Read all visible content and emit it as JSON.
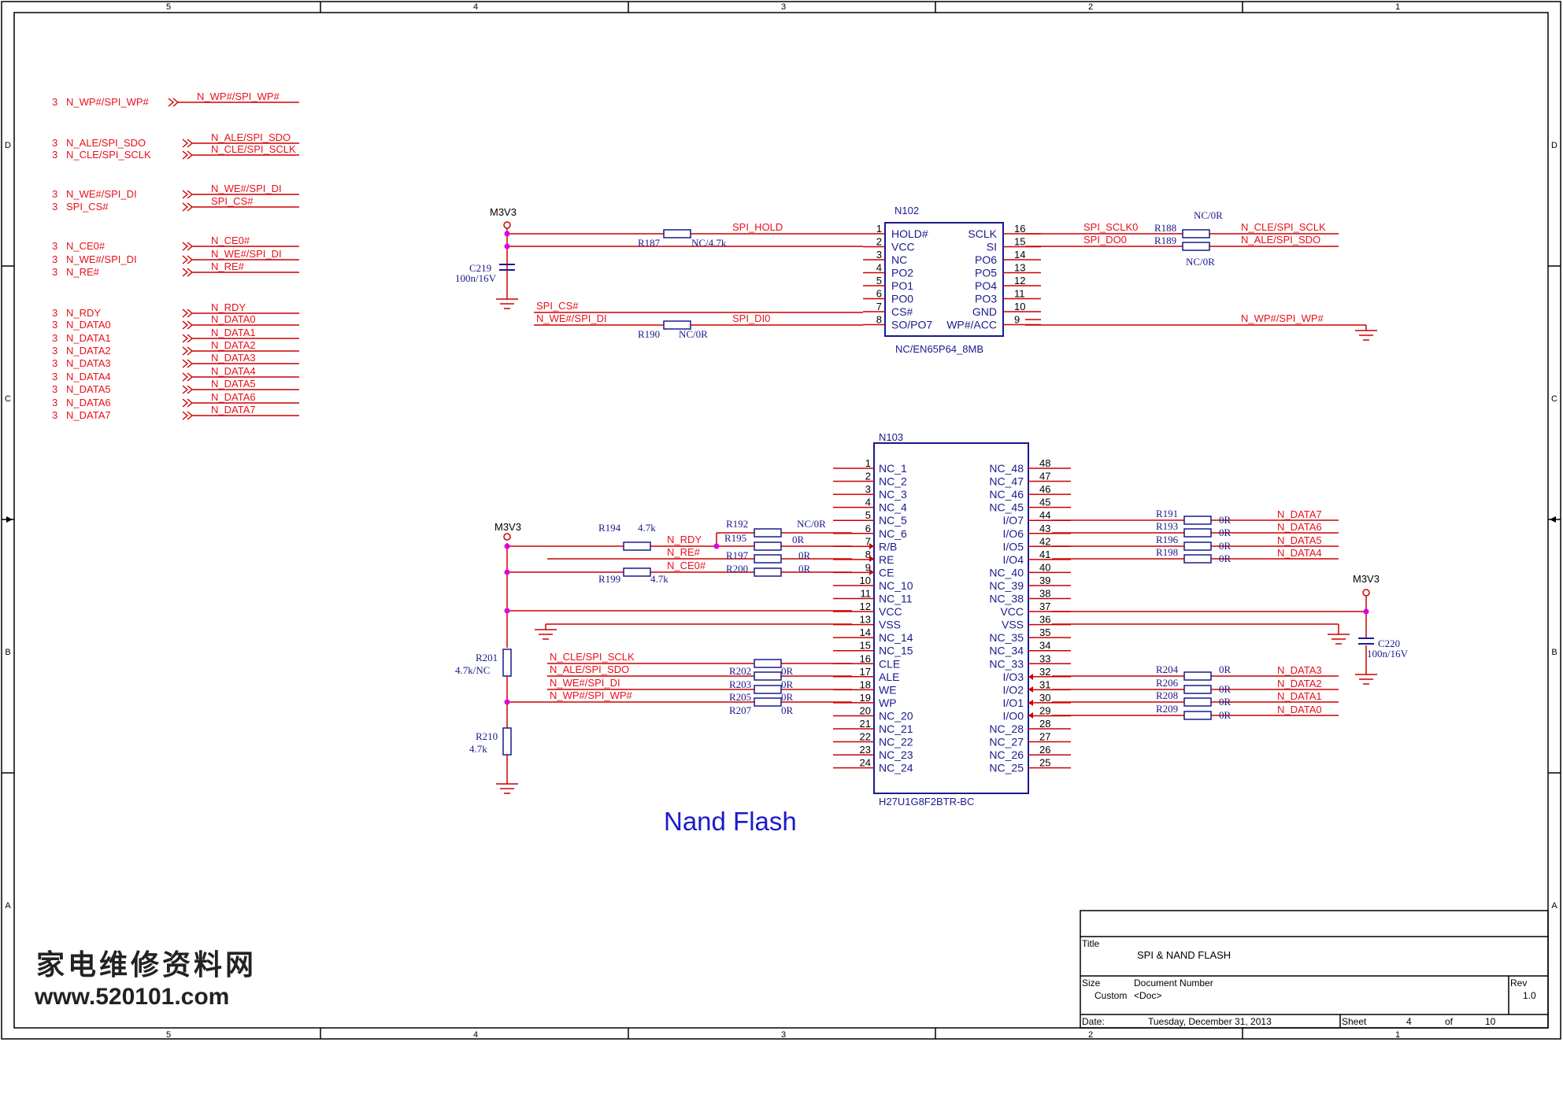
{
  "colors": {
    "wire": "#cc0000",
    "net_label": "#e8101c",
    "component": "#1a1a8c",
    "junction": "#e000e0",
    "power": "#cc0000",
    "frame": "#000000",
    "heading": "#1a1acc"
  },
  "frame": {
    "top_cols": [
      "5",
      "4",
      "3",
      "2",
      "1"
    ],
    "bottom_cols": [
      "5",
      "4",
      "3",
      "2",
      "1"
    ],
    "rows": [
      "D",
      "C",
      "B",
      "A"
    ]
  },
  "off_page": [
    {
      "sheet": "3",
      "name": "N_WP#/SPI_WP#",
      "net": "N_WP#/SPI_WP#"
    },
    {
      "sheet": "3",
      "name": "N_ALE/SPI_SDO",
      "net": "N_ALE/SPI_SDO"
    },
    {
      "sheet": "3",
      "name": "N_CLE/SPI_SCLK",
      "net": "N_CLE/SPI_SCLK"
    },
    {
      "sheet": "3",
      "name": "N_WE#/SPI_DI",
      "net": "N_WE#/SPI_DI"
    },
    {
      "sheet": "3",
      "name": "SPI_CS#",
      "net": "SPI_CS#"
    },
    {
      "sheet": "3",
      "name": "N_CE0#",
      "net": "N_CE0#"
    },
    {
      "sheet": "3",
      "name": "N_WE#/SPI_DI",
      "net": "N_WE#/SPI_DI"
    },
    {
      "sheet": "3",
      "name": "N_RE#",
      "net": "N_RE#"
    },
    {
      "sheet": "3",
      "name": "N_RDY",
      "net": "N_RDY"
    },
    {
      "sheet": "3",
      "name": "N_DATA0",
      "net": "N_DATA0"
    },
    {
      "sheet": "3",
      "name": "N_DATA1",
      "net": "N_DATA1"
    },
    {
      "sheet": "3",
      "name": "N_DATA2",
      "net": "N_DATA2"
    },
    {
      "sheet": "3",
      "name": "N_DATA3",
      "net": "N_DATA3"
    },
    {
      "sheet": "3",
      "name": "N_DATA4",
      "net": "N_DATA4"
    },
    {
      "sheet": "3",
      "name": "N_DATA5",
      "net": "N_DATA5"
    },
    {
      "sheet": "3",
      "name": "N_DATA6",
      "net": "N_DATA6"
    },
    {
      "sheet": "3",
      "name": "N_DATA7",
      "net": "N_DATA7"
    }
  ],
  "n102": {
    "ref": "N102",
    "part": "NC/EN65P64_8MB",
    "left_pins": [
      {
        "num": "1",
        "name": "HOLD#"
      },
      {
        "num": "2",
        "name": "VCC"
      },
      {
        "num": "3",
        "name": "NC"
      },
      {
        "num": "4",
        "name": "PO2"
      },
      {
        "num": "5",
        "name": "PO1"
      },
      {
        "num": "6",
        "name": "PO0"
      },
      {
        "num": "7",
        "name": "CS#"
      },
      {
        "num": "8",
        "name": "SO/PO7"
      }
    ],
    "right_pins": [
      {
        "num": "16",
        "name": "SCLK"
      },
      {
        "num": "15",
        "name": "SI"
      },
      {
        "num": "14",
        "name": "PO6"
      },
      {
        "num": "13",
        "name": "PO5"
      },
      {
        "num": "12",
        "name": "PO4"
      },
      {
        "num": "11",
        "name": "PO3"
      },
      {
        "num": "10",
        "name": "GND"
      },
      {
        "num": "9",
        "name": "WP#/ACC"
      }
    ],
    "power": "M3V3",
    "c219_ref": "C219",
    "c219_val": "100n/16V",
    "r187_ref": "R187",
    "r187_val": "NC/4.7k",
    "r190_ref": "R190",
    "r190_val": "NC/0R",
    "r188_ref": "R188",
    "r188_val": "NC/0R",
    "r189_ref": "R189",
    "r189_val": "NC/0R",
    "net_hold": "SPI_HOLD",
    "net_cs": "SPI_CS#",
    "net_we": "N_WE#/SPI_DI",
    "net_di0": "SPI_DI0",
    "net_sclk0": "SPI_SCLK0",
    "net_do0": "SPI_DO0",
    "net_cle": "N_CLE/SPI_SCLK",
    "net_ale": "N_ALE/SPI_SDO",
    "net_wp": "N_WP#/SPI_WP#"
  },
  "n103": {
    "ref": "N103",
    "part": "H27U1G8F2BTR-BC",
    "left_pins": [
      {
        "num": "1",
        "name": "NC_1"
      },
      {
        "num": "2",
        "name": "NC_2"
      },
      {
        "num": "3",
        "name": "NC_3"
      },
      {
        "num": "4",
        "name": "NC_4"
      },
      {
        "num": "5",
        "name": "NC_5"
      },
      {
        "num": "6",
        "name": "NC_6"
      },
      {
        "num": "7",
        "name": "R/B"
      },
      {
        "num": "8",
        "name": "RE"
      },
      {
        "num": "9",
        "name": "CE"
      },
      {
        "num": "10",
        "name": "NC_10"
      },
      {
        "num": "11",
        "name": "NC_11"
      },
      {
        "num": "12",
        "name": "VCC"
      },
      {
        "num": "13",
        "name": "VSS"
      },
      {
        "num": "14",
        "name": "NC_14"
      },
      {
        "num": "15",
        "name": "NC_15"
      },
      {
        "num": "16",
        "name": "CLE"
      },
      {
        "num": "17",
        "name": "ALE"
      },
      {
        "num": "18",
        "name": "WE"
      },
      {
        "num": "19",
        "name": "WP"
      },
      {
        "num": "20",
        "name": "NC_20"
      },
      {
        "num": "21",
        "name": "NC_21"
      },
      {
        "num": "22",
        "name": "NC_22"
      },
      {
        "num": "23",
        "name": "NC_23"
      },
      {
        "num": "24",
        "name": "NC_24"
      }
    ],
    "right_pins": [
      {
        "num": "48",
        "name": "NC_48"
      },
      {
        "num": "47",
        "name": "NC_47"
      },
      {
        "num": "46",
        "name": "NC_46"
      },
      {
        "num": "45",
        "name": "NC_45"
      },
      {
        "num": "44",
        "name": "I/O7"
      },
      {
        "num": "43",
        "name": "I/O6"
      },
      {
        "num": "42",
        "name": "I/O5"
      },
      {
        "num": "41",
        "name": "I/O4"
      },
      {
        "num": "40",
        "name": "NC_40"
      },
      {
        "num": "39",
        "name": "NC_39"
      },
      {
        "num": "38",
        "name": "NC_38"
      },
      {
        "num": "37",
        "name": "VCC"
      },
      {
        "num": "36",
        "name": "VSS"
      },
      {
        "num": "35",
        "name": "NC_35"
      },
      {
        "num": "34",
        "name": "NC_34"
      },
      {
        "num": "33",
        "name": "NC_33"
      },
      {
        "num": "32",
        "name": "I/O3"
      },
      {
        "num": "31",
        "name": "I/O2"
      },
      {
        "num": "30",
        "name": "I/O1"
      },
      {
        "num": "29",
        "name": "I/O0"
      },
      {
        "num": "28",
        "name": "NC_28"
      },
      {
        "num": "27",
        "name": "NC_27"
      },
      {
        "num": "26",
        "name": "NC_26"
      },
      {
        "num": "25",
        "name": "NC_25"
      }
    ],
    "power_left": "M3V3",
    "power_right": "M3V3",
    "c220_ref": "C220",
    "c220_val": "100n/16V",
    "r194_ref": "R194",
    "r194_val": "4.7k",
    "r199_ref": "R199",
    "r199_val": "4.7k",
    "r201_ref": "R201",
    "r201_val": "4.7k/NC",
    "r210_ref": "R210",
    "r210_val": "4.7k",
    "r192_ref": "R192",
    "r192_val": "NC/0R",
    "r195_ref": "R195",
    "r195_val": "0R",
    "r197_ref": "R197",
    "r197_val": "0R",
    "r200_ref": "R200",
    "r200_val": "0R",
    "r202_ref": "R202",
    "r202_val": "0R",
    "r203_ref": "R203",
    "r203_val": "0R",
    "r205_ref": "R205",
    "r205_val": "0R",
    "r207_ref": "R207",
    "r207_val": "0R",
    "net_rdy": "N_RDY",
    "net_re": "N_RE#",
    "net_ce0": "N_CE0#",
    "net_cle": "N_CLE/SPI_SCLK",
    "net_ale": "N_ALE/SPI_SDO",
    "net_we": "N_WE#/SPI_DI",
    "net_wp": "N_WP#/SPI_WP#",
    "right_res": [
      {
        "ref": "R191",
        "val": "0R",
        "net": "N_DATA7"
      },
      {
        "ref": "R193",
        "val": "0R",
        "net": "N_DATA6"
      },
      {
        "ref": "R196",
        "val": "0R",
        "net": "N_DATA5"
      },
      {
        "ref": "R198",
        "val": "0R",
        "net": "N_DATA4"
      },
      {
        "ref": "R204",
        "val": "0R",
        "net": "N_DATA3"
      },
      {
        "ref": "R206",
        "val": "0R",
        "net": "N_DATA2"
      },
      {
        "ref": "R208",
        "val": "0R",
        "net": "N_DATA1"
      },
      {
        "ref": "R209",
        "val": "0R",
        "net": "N_DATA0"
      }
    ]
  },
  "heading": "Nand Flash",
  "title_block": {
    "title_label": "Title",
    "title": "SPI & NAND FLASH",
    "size_label": "Size",
    "size": "Custom",
    "docnum_label": "Document Number",
    "docnum": "<Doc>",
    "rev_label": "Rev",
    "rev": "1.0",
    "date_label": "Date:",
    "date": "Tuesday, December 31, 2013",
    "sheet_label": "Sheet",
    "sheet": "4",
    "of_label": "of",
    "sheets": "10"
  },
  "watermark": {
    "cn": "家电维修资料网",
    "url": "www.520101.com"
  }
}
